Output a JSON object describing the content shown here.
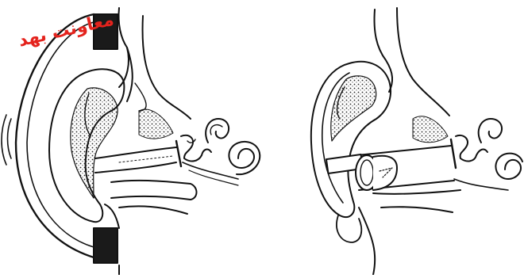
{
  "figure": {
    "panels": [
      {
        "id": "left",
        "subject": "ear-with-earmuff-protector"
      },
      {
        "id": "right",
        "subject": "ear-with-earplug-insert"
      }
    ],
    "watermark": {
      "text": "معاونت بهد",
      "color": "#e4231d"
    },
    "colors": {
      "ink": "#111111",
      "stipple": "#222222",
      "muff": "#1a1a1a",
      "background": "#ffffff"
    }
  }
}
